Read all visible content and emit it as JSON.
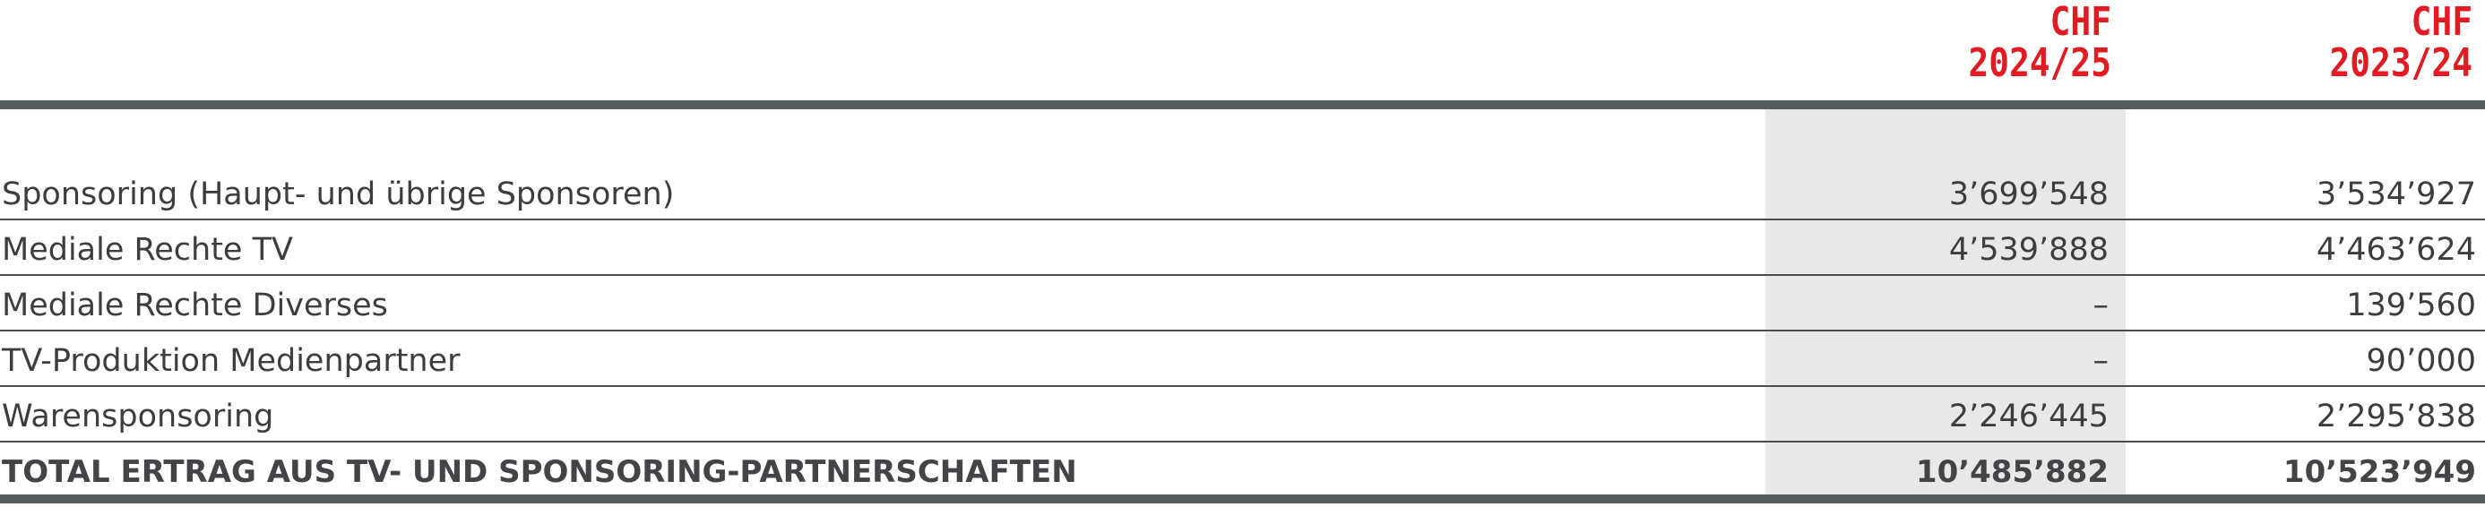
{
  "header": {
    "col1": {
      "currency": "CHF",
      "period": "2024/25"
    },
    "col2": {
      "currency": "CHF",
      "period": "2023/24"
    }
  },
  "rows": [
    {
      "label": "Sponsoring (Haupt- und übrige Sponsoren)",
      "v1": "3’699’548",
      "v2": "3’534’927"
    },
    {
      "label": "Mediale Rechte TV",
      "v1": "4’539’888",
      "v2": "4’463’624"
    },
    {
      "label": "Mediale Rechte Diverses",
      "v1": "–",
      "v2": "139’560"
    },
    {
      "label": "TV-Produktion Medienpartner",
      "v1": "–",
      "v2": "90’000"
    },
    {
      "label": "Warensponsoring",
      "v1": "2’246’445",
      "v2": "2’295’838"
    }
  ],
  "total": {
    "label": "TOTAL ERTRAG AUS TV- UND SPONSORING-PARTNERSCHAFTEN",
    "v1": "10’485’882",
    "v2": "10’523’949"
  },
  "colors": {
    "accent": "#e21b22",
    "rule": "#555a5d",
    "shade": "#e8e8e8"
  }
}
